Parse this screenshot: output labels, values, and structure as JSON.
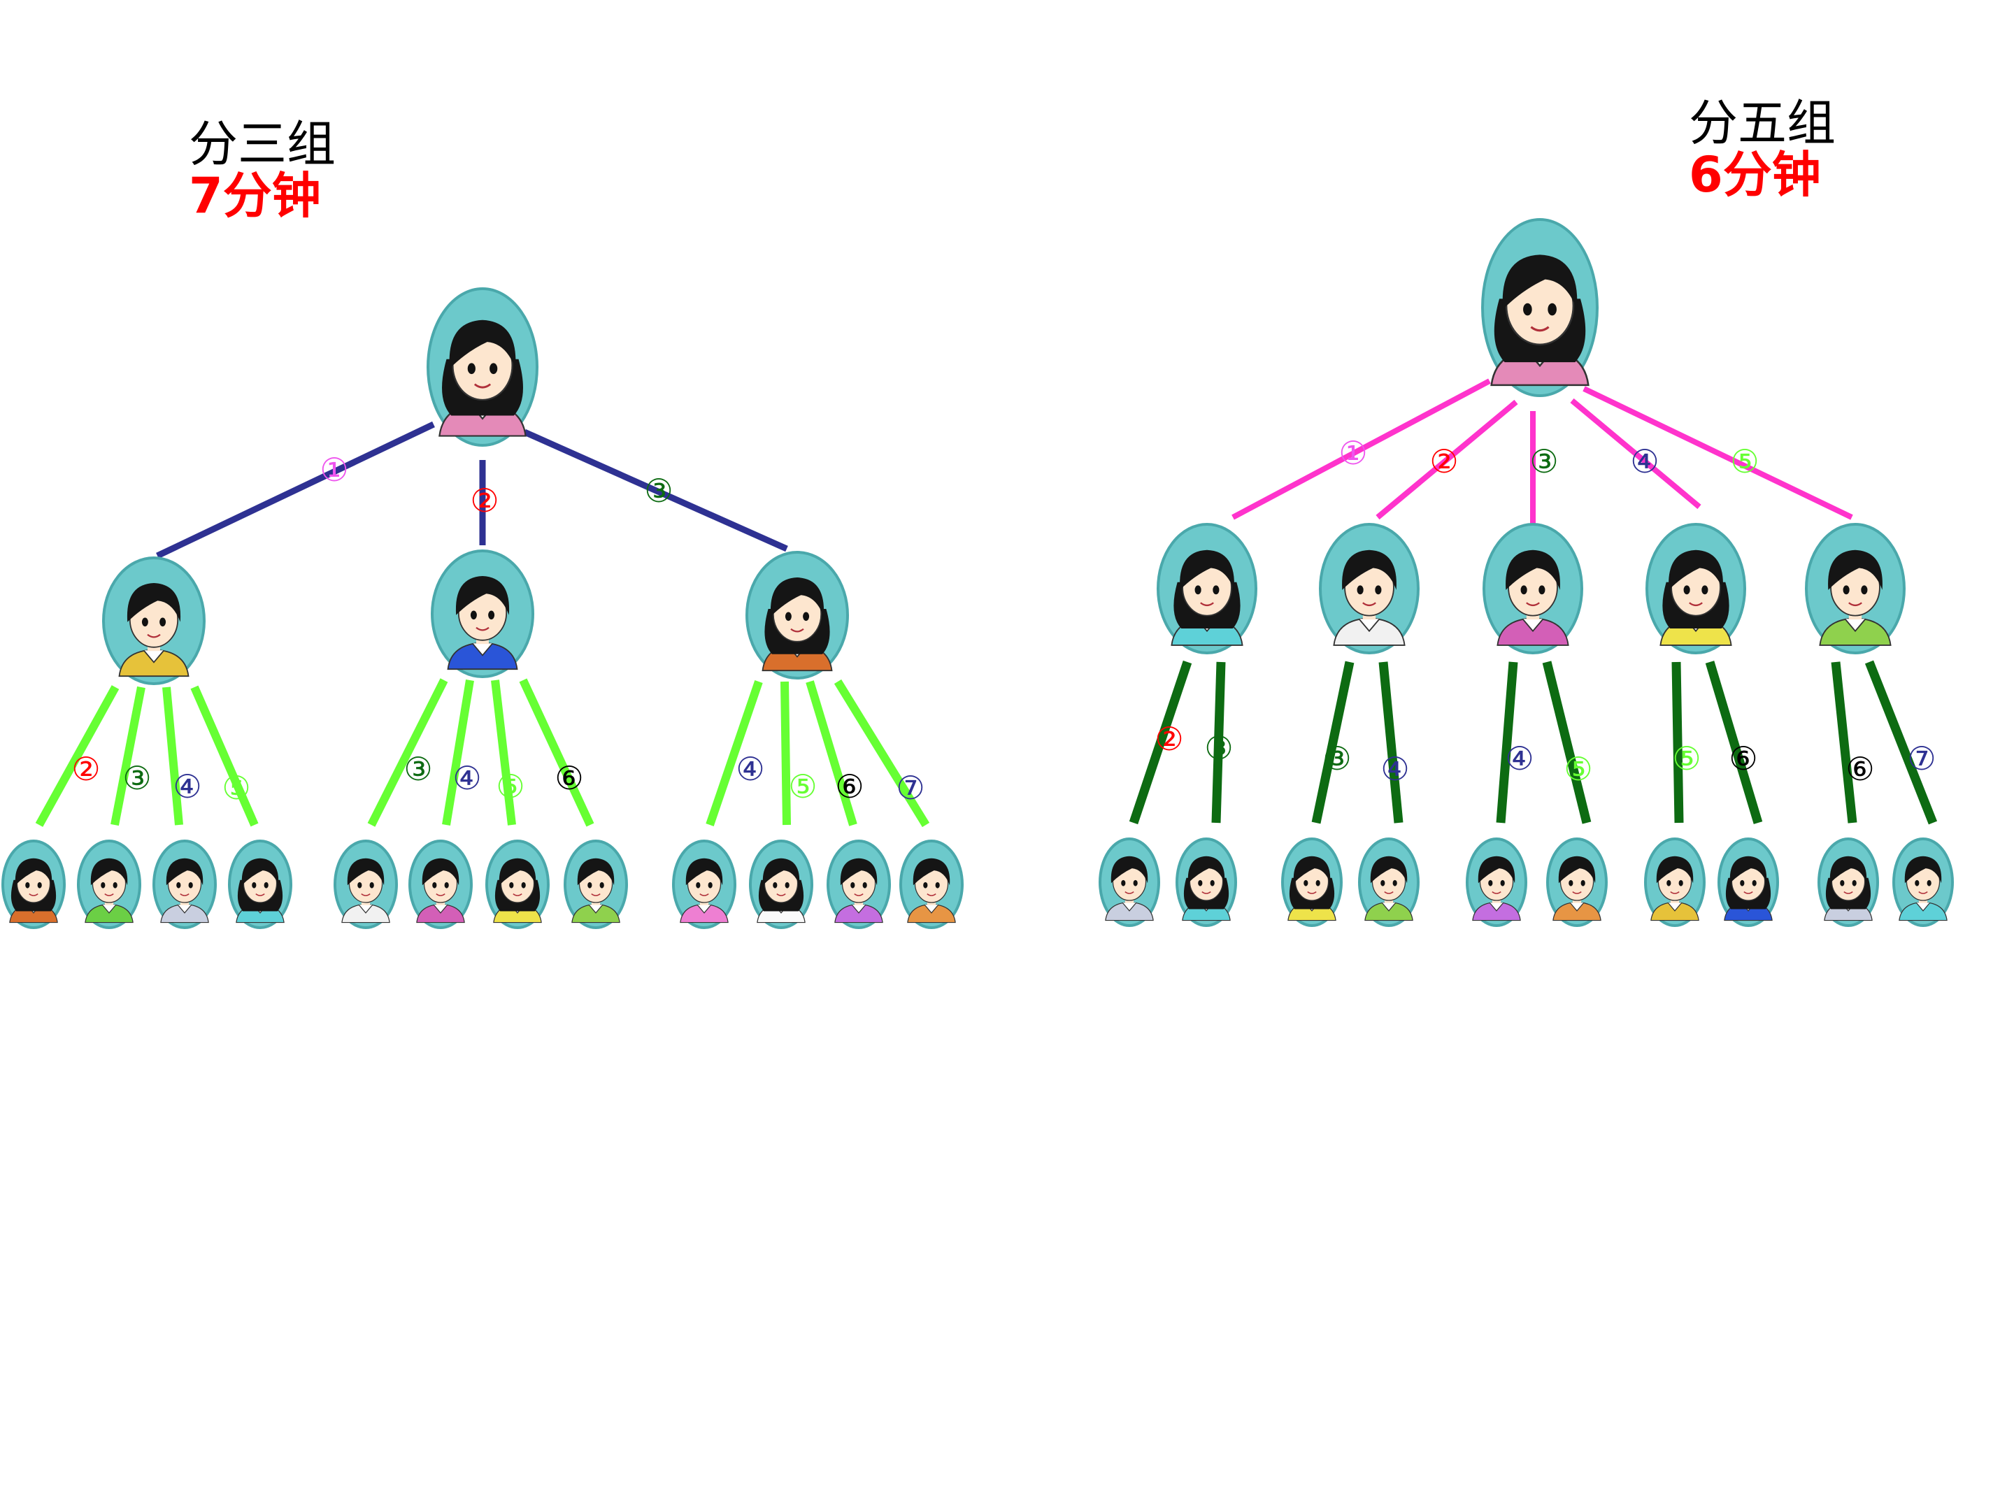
{
  "colors": {
    "node_fill": "#6cc9cb",
    "node_stroke": "#4aa8ab",
    "left_trunk": "#2e3192",
    "left_branch": "#66ff33",
    "right_trunk": "#ff33cc",
    "right_branch": "#0d6b12",
    "time_text": "#ff0000"
  },
  "diagrams": [
    {
      "id": "three-groups",
      "title": "分三组",
      "time": "7分钟",
      "root": {
        "icon": "teacher-avatar-icon"
      },
      "trunk_steps": [
        {
          "text": "①",
          "color": "#ee55ee"
        },
        {
          "text": "②",
          "color": "#ff0000"
        },
        {
          "text": "③",
          "color": "#0d6b12"
        }
      ],
      "groups": [
        {
          "leader": "student-leader-avatar-icon",
          "steps": [
            {
              "text": "②",
              "color": "#ff0000"
            },
            {
              "text": "③",
              "color": "#0d6b12"
            },
            {
              "text": "④",
              "color": "#2e3192"
            },
            {
              "text": "⑤",
              "color": "#66ff33"
            }
          ]
        },
        {
          "leader": "student-leader-avatar-icon",
          "steps": [
            {
              "text": "③",
              "color": "#0d6b12"
            },
            {
              "text": "④",
              "color": "#2e3192"
            },
            {
              "text": "⑤",
              "color": "#66ff33"
            },
            {
              "text": "⑥",
              "color": "#000000"
            }
          ]
        },
        {
          "leader": "student-leader-avatar-icon",
          "steps": [
            {
              "text": "④",
              "color": "#2e3192"
            },
            {
              "text": "⑤",
              "color": "#66ff33"
            },
            {
              "text": "⑥",
              "color": "#000000"
            },
            {
              "text": "⑦",
              "color": "#2e3192"
            }
          ]
        }
      ]
    },
    {
      "id": "five-groups",
      "title": "分五组",
      "time": "6分钟",
      "root": {
        "icon": "teacher-avatar-icon"
      },
      "trunk_steps": [
        {
          "text": "①",
          "color": "#ee55ee"
        },
        {
          "text": "②",
          "color": "#ff0000"
        },
        {
          "text": "③",
          "color": "#0d6b12"
        },
        {
          "text": "④",
          "color": "#2e3192"
        },
        {
          "text": "⑤",
          "color": "#66ff33"
        }
      ],
      "groups": [
        {
          "leader": "student-leader-avatar-icon",
          "steps": [
            {
              "text": "②",
              "color": "#ff0000"
            },
            {
              "text": "③",
              "color": "#0d6b12"
            }
          ]
        },
        {
          "leader": "student-leader-avatar-icon",
          "steps": [
            {
              "text": "③",
              "color": "#0d6b12"
            },
            {
              "text": "④",
              "color": "#2e3192"
            }
          ]
        },
        {
          "leader": "student-leader-avatar-icon",
          "steps": [
            {
              "text": "④",
              "color": "#2e3192"
            },
            {
              "text": "⑤",
              "color": "#66ff33"
            }
          ]
        },
        {
          "leader": "student-leader-avatar-icon",
          "steps": [
            {
              "text": "⑤",
              "color": "#66ff33"
            },
            {
              "text": "⑥",
              "color": "#000000"
            }
          ]
        },
        {
          "leader": "student-leader-avatar-icon",
          "steps": [
            {
              "text": "⑥",
              "color": "#000000"
            },
            {
              "text": "⑦",
              "color": "#2e3192"
            }
          ]
        }
      ]
    }
  ]
}
